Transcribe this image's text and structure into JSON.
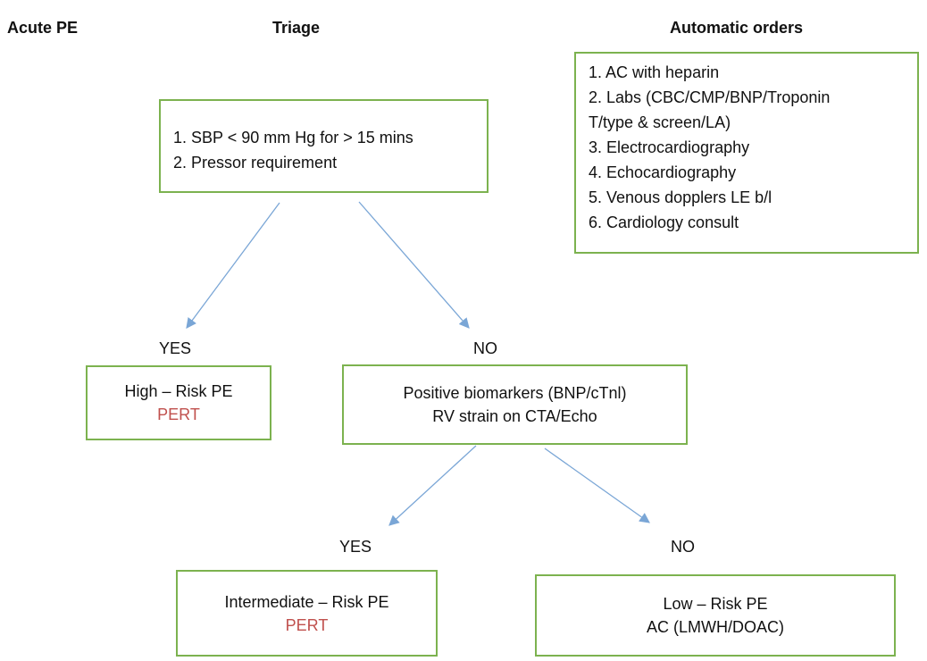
{
  "headers": {
    "acute_pe": "Acute PE",
    "triage": "Triage",
    "automatic_orders": "Automatic orders"
  },
  "triage_box": {
    "item1": "1. SBP < 90 mm Hg for > 15 mins",
    "item2": "2. Pressor requirement"
  },
  "orders_box": {
    "item1": "1. AC with heparin",
    "item2a": "2. Labs (CBC/CMP/BNP/Troponin",
    "item2b": "T/type & screen/LA)",
    "item3": "3. Electrocardiography",
    "item4": "4. Echocardiography",
    "item5": "5. Venous dopplers LE b/l",
    "item6": "6. Cardiology consult"
  },
  "branch1": {
    "yes": "YES",
    "no": "NO"
  },
  "high_risk_box": {
    "title": "High – Risk PE",
    "action": "PERT"
  },
  "biomarker_box": {
    "line1": "Positive biomarkers (BNP/cTnl)",
    "line2": "RV strain on CTA/Echo"
  },
  "branch2": {
    "yes": "YES",
    "no": "NO"
  },
  "intermediate_box": {
    "title": "Intermediate – Risk PE",
    "action": "PERT"
  },
  "low_risk_box": {
    "title": "Low – Risk PE",
    "action": "AC (LMWH/DOAC)"
  },
  "colors": {
    "box_border": "#7cb24f",
    "arrow": "#7aa6d6",
    "pert_text": "#c0504d"
  }
}
